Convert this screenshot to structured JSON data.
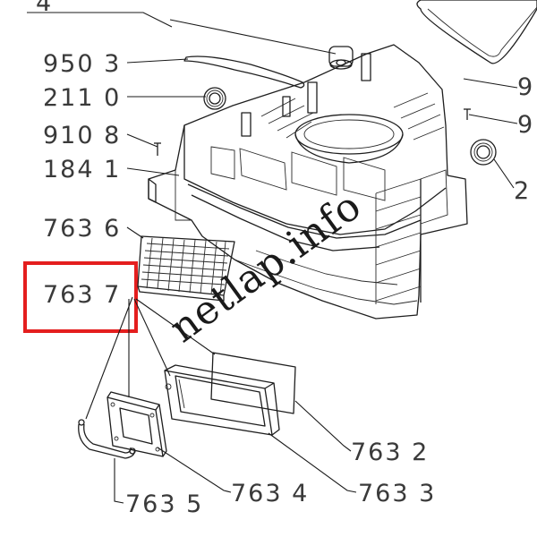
{
  "labels": {
    "top_partial": "4",
    "p9503": "950 3",
    "p2110": "211 0",
    "p9108": "910 8",
    "p1841": "184 1",
    "p7636": "763 6",
    "p7637": "763 7",
    "p7632": "763 2",
    "p7634": "763 4",
    "p7633": "763 3",
    "p7635": "763 5",
    "right_9a": "9",
    "right_9b": "9",
    "right_2": "2"
  },
  "watermark": "netlap.info",
  "highlight": {
    "target": "763 7",
    "color": "#e41e1e"
  }
}
